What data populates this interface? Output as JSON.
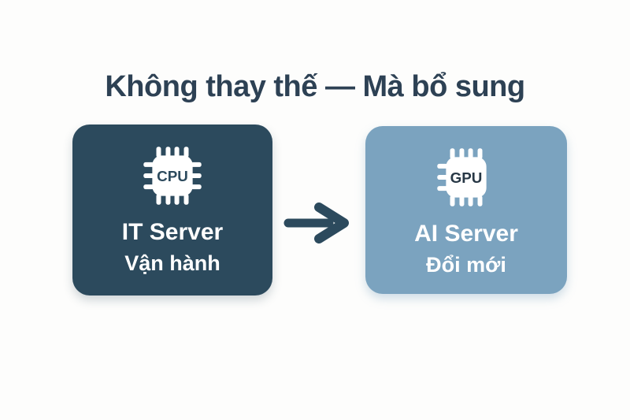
{
  "title": "Không thay thế — Mà bổ sung",
  "colors": {
    "background": "#fdfdfc",
    "accent_dark": "#2c4a5d",
    "accent_light": "#7ba3bf",
    "title_text": "#2d4154",
    "card_text": "#ffffff"
  },
  "left_card": {
    "chip_label": "CPU",
    "title": "IT Server",
    "subtitle": "Vận hành"
  },
  "right_card": {
    "chip_label": "GPU",
    "title": "AI Server",
    "subtitle": "Đổi mới"
  },
  "arrow": {
    "direction": "right"
  }
}
